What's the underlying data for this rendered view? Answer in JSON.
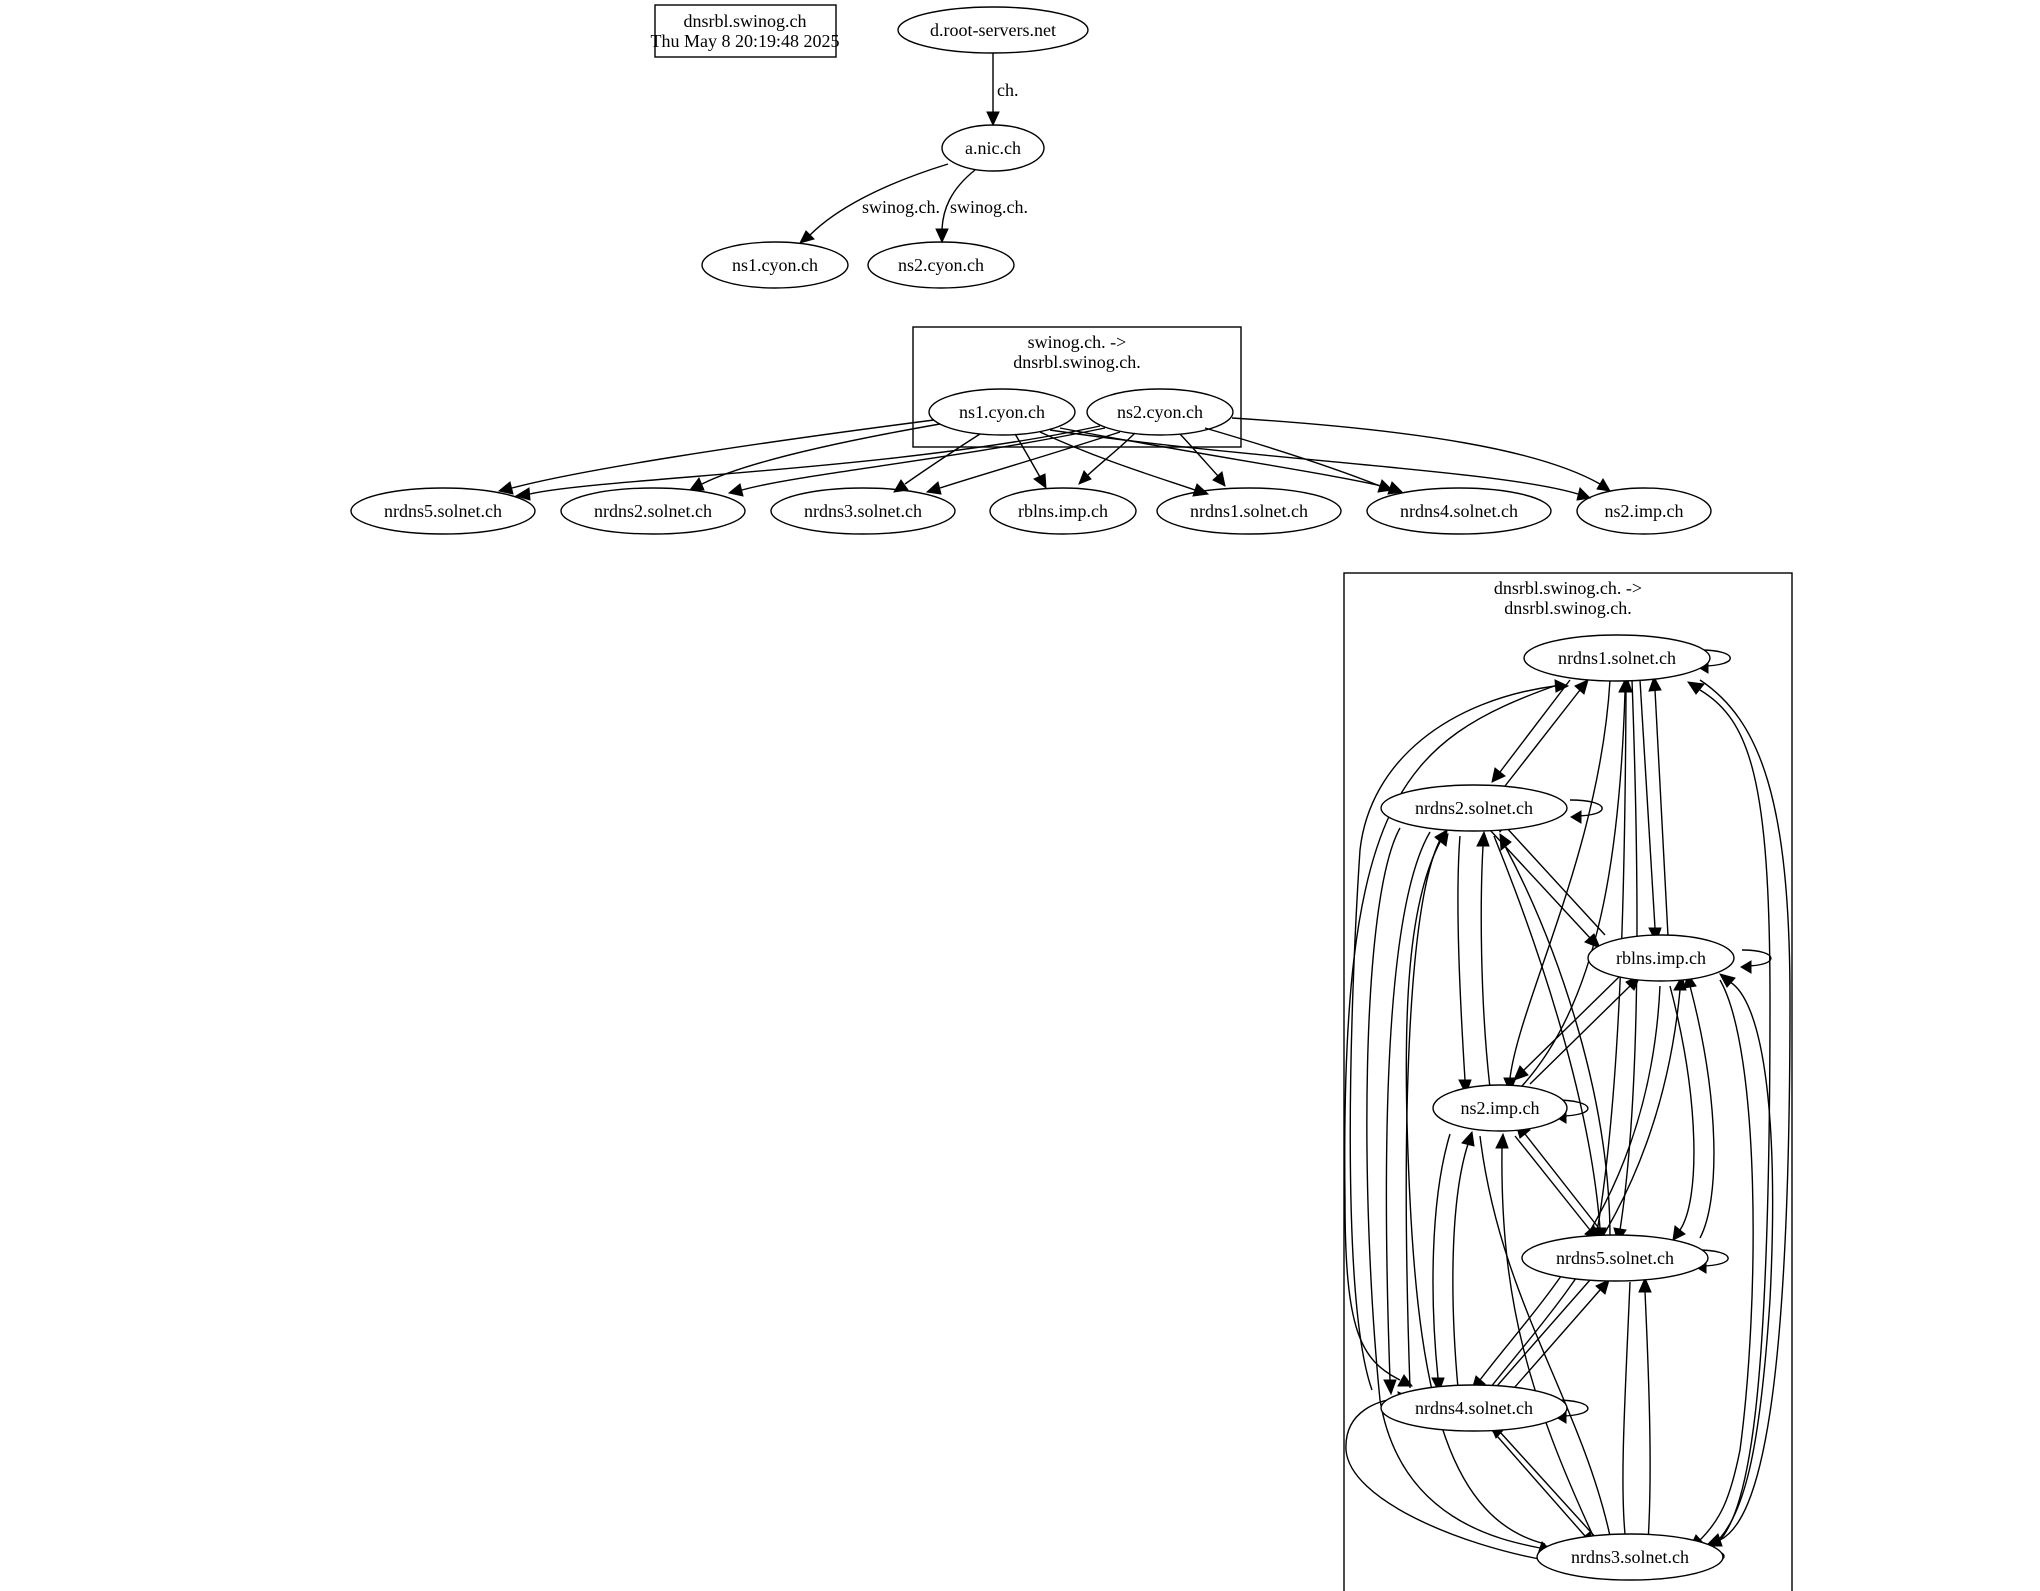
{
  "info_box": {
    "line1": "dnsrbl.swinog.ch",
    "line2": "Thu May  8 20:19:48 2025"
  },
  "top_nodes": {
    "root": "d.root-servers.net",
    "anic": "a.nic.ch",
    "ns1": "ns1.cyon.ch",
    "ns2": "ns2.cyon.ch"
  },
  "top_edges": {
    "root_to_anic": "ch.",
    "anic_to_ns1": "swinog.ch.",
    "anic_to_ns2": "swinog.ch."
  },
  "cluster1": {
    "title1": "swinog.ch. ->",
    "title2": "dnsrbl.swinog.ch.",
    "ns1": "ns1.cyon.ch",
    "ns2": "ns2.cyon.ch"
  },
  "middle_nodes": {
    "nrdns5": "nrdns5.solnet.ch",
    "nrdns2": "nrdns2.solnet.ch",
    "nrdns3": "nrdns3.solnet.ch",
    "rblns": "rblns.imp.ch",
    "nrdns1": "nrdns1.solnet.ch",
    "nrdns4": "nrdns4.solnet.ch",
    "ns2imp": "ns2.imp.ch"
  },
  "cluster2": {
    "title1": "dnsrbl.swinog.ch. ->",
    "title2": "dnsrbl.swinog.ch.",
    "nrdns1": "nrdns1.solnet.ch",
    "nrdns2": "nrdns2.solnet.ch",
    "rblns": "rblns.imp.ch",
    "ns2imp": "ns2.imp.ch",
    "nrdns5": "nrdns5.solnet.ch",
    "nrdns4": "nrdns4.solnet.ch",
    "nrdns3": "nrdns3.solnet.ch"
  }
}
